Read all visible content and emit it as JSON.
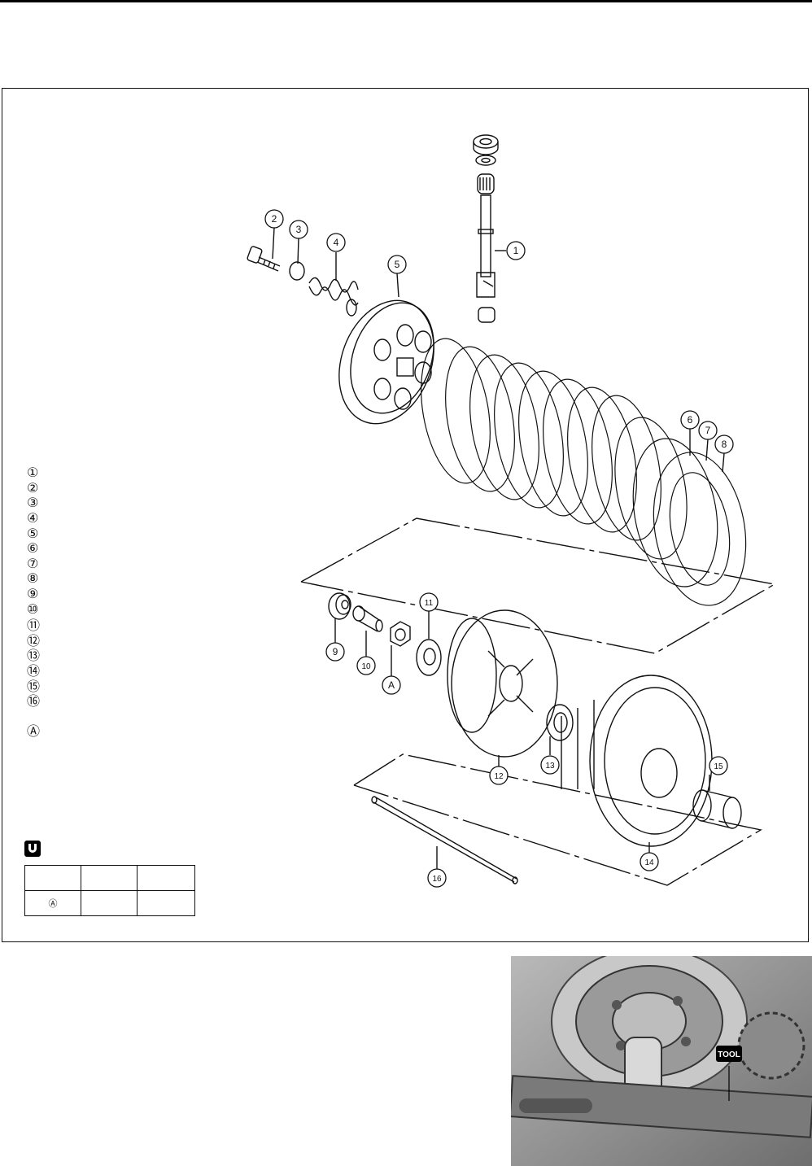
{
  "legend": {
    "items": [
      "①",
      "②",
      "③",
      "④",
      "⑤",
      "⑥",
      "⑦",
      "⑧",
      "⑨",
      "⑩",
      "⑪",
      "⑫",
      "⑬",
      "⑭",
      "⑮",
      "⑯"
    ],
    "note_marker": "Ⓐ"
  },
  "callouts": {
    "c1": "1",
    "c2": "2",
    "c3": "3",
    "c4": "4",
    "c5": "5",
    "c6": "6",
    "c7": "7",
    "c8": "8",
    "c9": "9",
    "c10": "10",
    "c11": "11",
    "c12": "12",
    "c13": "13",
    "c14": "14",
    "c15": "15",
    "c16": "16",
    "cA": "A"
  },
  "torque_table": {
    "row1": [
      "",
      "",
      ""
    ],
    "row2_marker": "Ⓐ"
  },
  "photo": {
    "tool_label": "TOOL"
  },
  "colors": {
    "line": "#111111",
    "photo_bg": "#8c8c8c"
  }
}
